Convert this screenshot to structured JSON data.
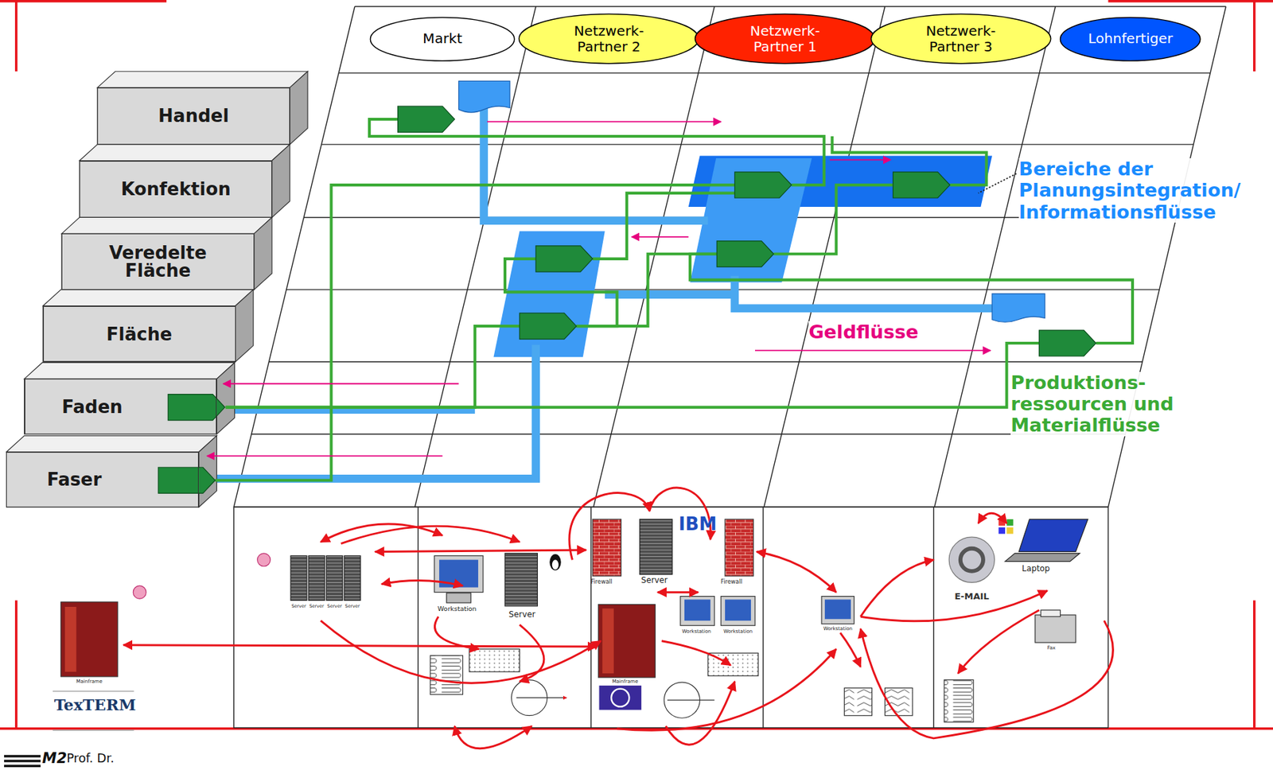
{
  "diagram": {
    "nodes": [
      {
        "text": [
          "Markt"
        ]
      },
      {
        "text": [
          "Netzwerk- Partner 2"
        ]
      },
      {
        "text": [
          "Netzwerk- Partner 1"
        ]
      },
      {
        "text": [
          "Netzwerk- Partner 3"
        ]
      },
      {
        "text": [
          "Lohnfertiger"
        ]
      },
      {
        "text": [
          "Handel"
        ]
      },
      {
        "text": [
          "Konfektion"
        ]
      },
      {
        "text": [
          "Veredelte Fläche"
        ]
      },
      {
        "text": [
          "Fläche"
        ]
      },
      {
        "text": [
          "Faden"
        ]
      },
      {
        "text": [
          "Faser"
        ]
      }
    ],
    "labels": [
      "Bereiche der Planungsintegration/ Informationsflüsse",
      "Geldflüsse",
      "Produktions- ressourcen und Materialflüsse",
      "TexTERM",
      "Prof. Dr.",
      "Server",
      "Server",
      "Server",
      "Server",
      "Workstation",
      "Server",
      "Firewall",
      "Server",
      "IBM",
      "Firewall",
      "Workstation",
      "Workstation",
      "Mainframe",
      "Mainframe",
      "Workstation",
      "E-MAIL",
      "Laptop",
      "Fax",
      "M2"
    ]
  }
}
